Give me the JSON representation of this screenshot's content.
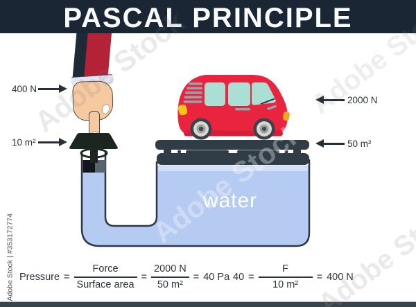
{
  "title": "PASCAL PRINCIPLE",
  "labels": {
    "force_small": "400 N",
    "area_small": "10 m²",
    "force_large": "2000 N",
    "area_large": "50 m²",
    "water": "water"
  },
  "formula_left": {
    "lhs": "Pressure",
    "eq1": "=",
    "frac1_num": "Force",
    "frac1_den": "Surface area",
    "eq2": "=",
    "frac2_num": "2000 N",
    "frac2_den": "50 m²",
    "eq3": "=",
    "result": "40 Pa"
  },
  "formula_right": {
    "lhs": "40",
    "eq1": "=",
    "num": "F",
    "den": "10 m²",
    "eq2": "=",
    "result": "400 N"
  },
  "watermark": {
    "adobe_stock": "Adobe Stock",
    "stock_id": "Adobe Stock | #353172774"
  },
  "colors": {
    "header_navy": "#1a2634",
    "footer_slate": "#38444c",
    "sleeve_red": "#b32237",
    "sleeve_navy": "#1d2b38",
    "car_red": "#e8243e",
    "water_blue": "#b6cbf1",
    "water_highlight": "#d6e3f8",
    "dark_slate": "#303d47",
    "piston_dark": "#1d2521",
    "skin": "#f7c9a0",
    "window_teal": "#abdfd3",
    "headlight_yellow": "#f6c51c",
    "cuff_lavender": "#e8e3f3",
    "text_dark": "#2b333b"
  }
}
